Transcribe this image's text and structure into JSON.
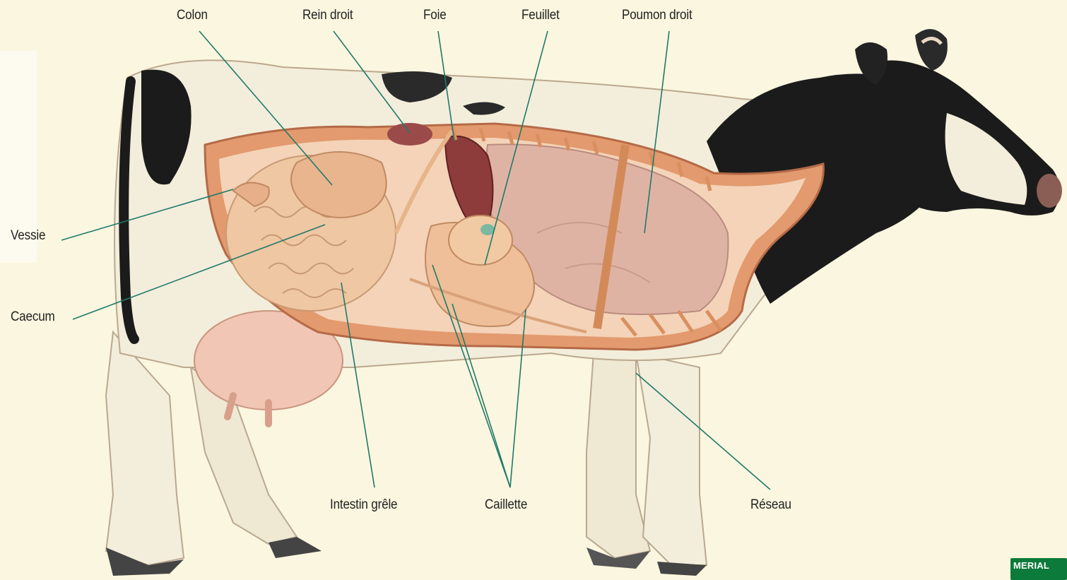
{
  "labels": {
    "colon": "Colon",
    "rein_droit": "Rein droit",
    "foie": "Foie",
    "feuillet": "Feuillet",
    "poumon_droit": "Poumon droit",
    "vessie": "Vessie",
    "caecum": "Caecum",
    "intestin_grele": "Intestin grêle",
    "caillette": "Caillette",
    "reseau": "Réseau"
  },
  "logo": {
    "text": "MERIAL"
  },
  "colors": {
    "background": "#fbf6df",
    "leader_line": "#1f7a6a",
    "cow_black": "#1b1b1b",
    "cow_white": "#f3eedb",
    "body_wall": "#e39a6e",
    "lung": "#dfb3a4",
    "liver": "#8e3b3b",
    "intestine": "#efc7a2",
    "udder": "#f1c6b5",
    "logo": "#0c7a3a"
  }
}
